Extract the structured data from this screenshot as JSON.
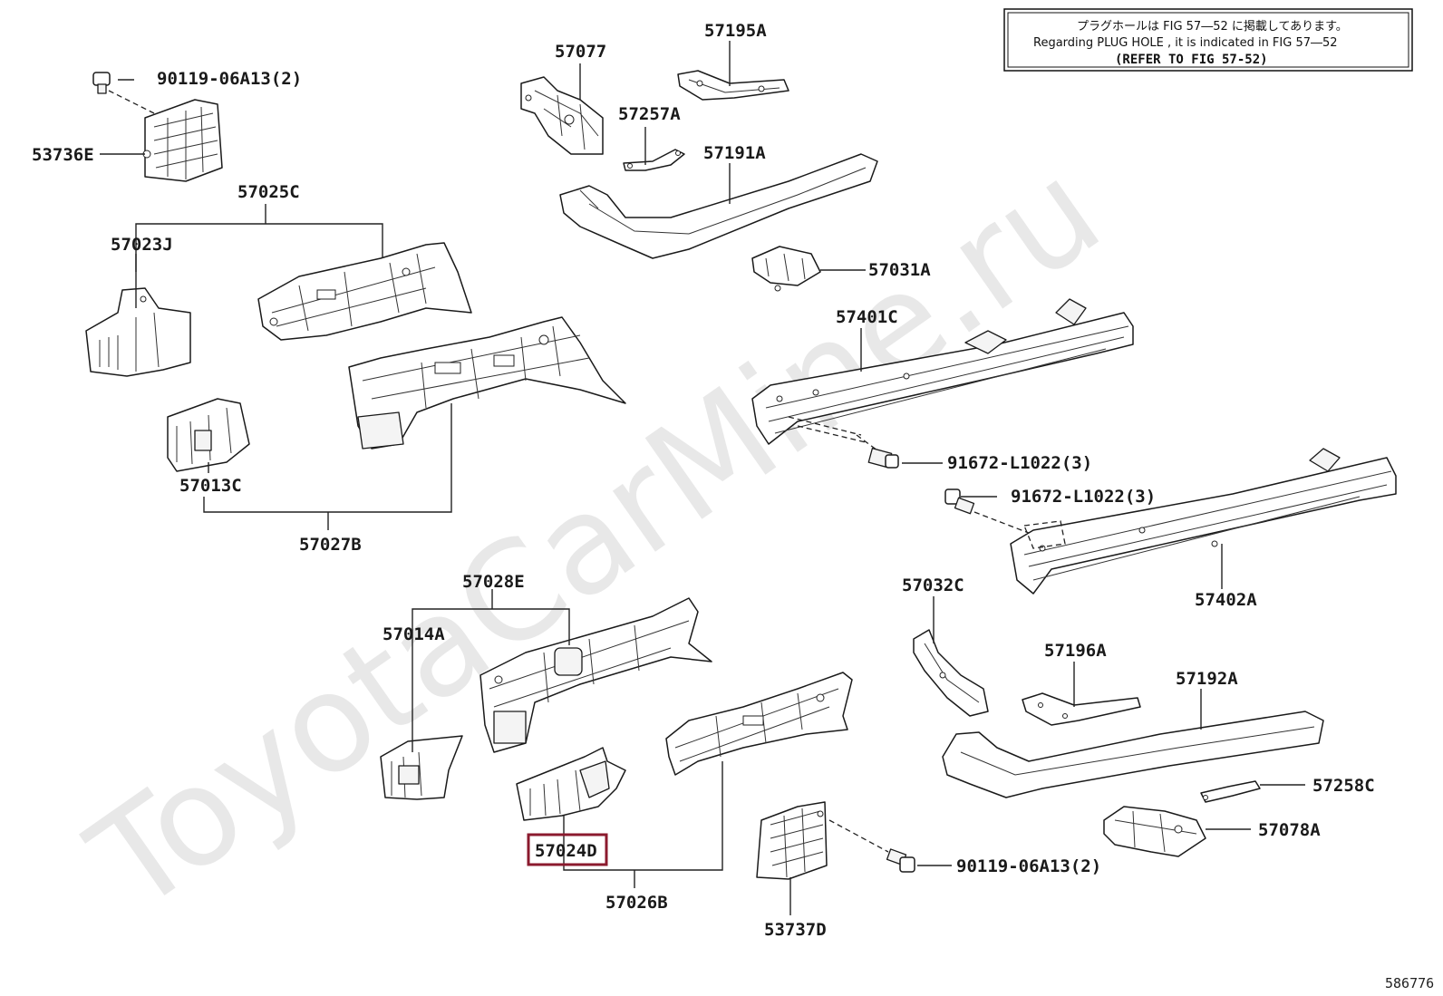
{
  "note": {
    "jp": "プラグホールは FIG 57―52 に掲載してあります。",
    "en": "Regarding  PLUG  HOLE , it is indicated in  FIG  57―52",
    "ref": "(REFER TO FIG 57-52)"
  },
  "watermark": "ToyotaCarMine.ru",
  "figure_id": "586776",
  "highlight_color": "#8b1a2e",
  "labels": {
    "p90119_top": "90119-06A13(2)",
    "p53736E": "53736E",
    "p57077": "57077",
    "p57195A": "57195A",
    "p57257A": "57257A",
    "p57191A": "57191A",
    "p57025C": "57025C",
    "p57023J": "57023J",
    "p57031A": "57031A",
    "p57401C": "57401C",
    "p91672_a": "91672-L1022(3)",
    "p91672_b": "91672-L1022(3)",
    "p57013C": "57013C",
    "p57027B": "57027B",
    "p57028E": "57028E",
    "p57014A": "57014A",
    "p57032C": "57032C",
    "p57402A": "57402A",
    "p57196A": "57196A",
    "p57192A": "57192A",
    "p57258C": "57258C",
    "p57078A": "57078A",
    "p57024D": "57024D",
    "p57026B": "57026B",
    "p90119_bottom": "90119-06A13(2)",
    "p53737D": "53737D"
  }
}
